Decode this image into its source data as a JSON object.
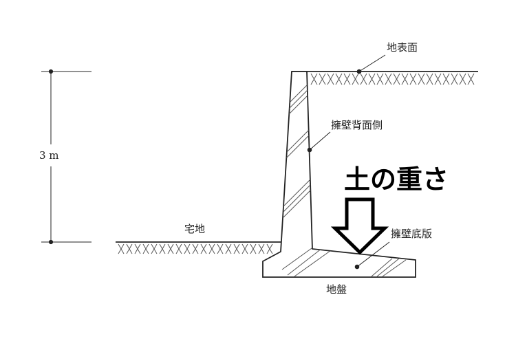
{
  "title": "土の重さ",
  "labels": {
    "ground_surface": "地表面",
    "wall_back_face": "擁壁背面側",
    "height": "3 m",
    "residential_land": "宅地",
    "wall_base_slab": "擁壁底版",
    "foundation_ground": "地盤"
  },
  "colors": {
    "line": "#222222",
    "hatch": "#555555",
    "arrow": "#000000"
  }
}
